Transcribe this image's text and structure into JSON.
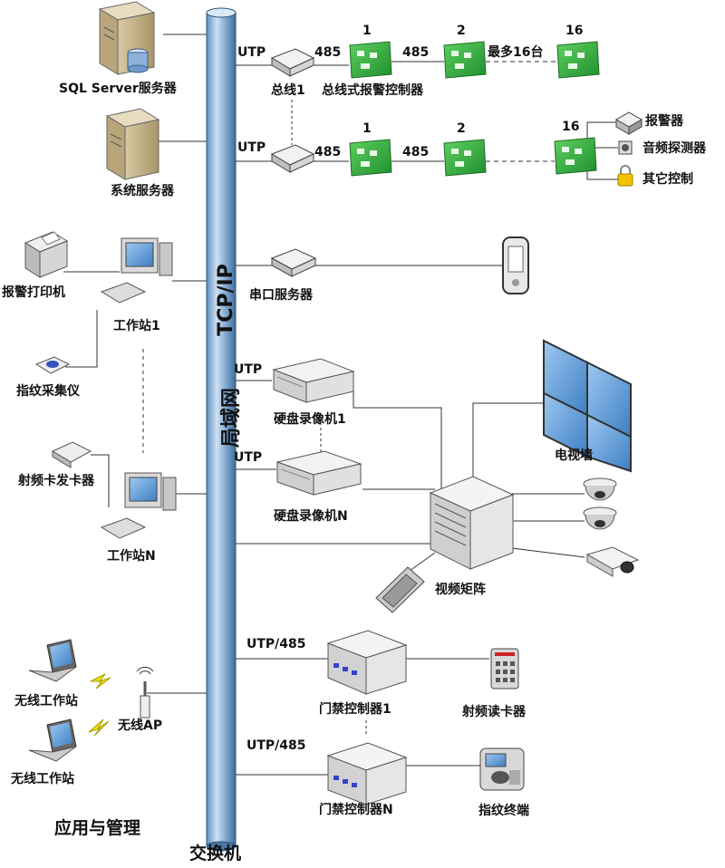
{
  "backbone": {
    "protocol": "TCP/IP",
    "network": "局域网",
    "switch": "交换机"
  },
  "section_title": "应用与管理",
  "servers": {
    "sql": "SQL Server服务器",
    "system": "系统服务器"
  },
  "workstations": {
    "printer": "报警打印机",
    "ws1": "工作站1",
    "fingerprint_scanner": "指纹采集仪",
    "rf_issuer": "射频卡发卡器",
    "wsN": "工作站N",
    "wireless_ws_1": "无线工作站",
    "wireless_ws_2": "无线工作站",
    "wireless_ap": "无线AP"
  },
  "alarm": {
    "utp1": "UTP",
    "utp2": "UTP",
    "bus1": "总线1",
    "bus_controller_label": "总线式报警控制器",
    "r1_485a": "485",
    "r1_485b": "485",
    "r1_n1": "1",
    "r1_n2": "2",
    "r1_n16": "16",
    "max": "最多16台",
    "r2_485a": "485",
    "r2_485b": "485",
    "r2_n1": "1",
    "r2_n2": "2",
    "r2_n16": "16",
    "alarm_device": "报警器",
    "audio_detector": "音频探测器",
    "other_control": "其它控制"
  },
  "serial": {
    "server": "串口服务器"
  },
  "video": {
    "utp1": "UTP",
    "utp2": "UTP",
    "dvr1": "硬盘录像机1",
    "dvrN": "硬盘录像机N",
    "tv_wall": "电视墙",
    "matrix": "视频矩阵"
  },
  "access": {
    "utp485_1": "UTP/485",
    "utp485_2": "UTP/485",
    "ctrl1": "门禁控制器1",
    "ctrlN": "门禁控制器N",
    "rf_reader": "射频读卡器",
    "fp_terminal": "指纹终端"
  }
}
